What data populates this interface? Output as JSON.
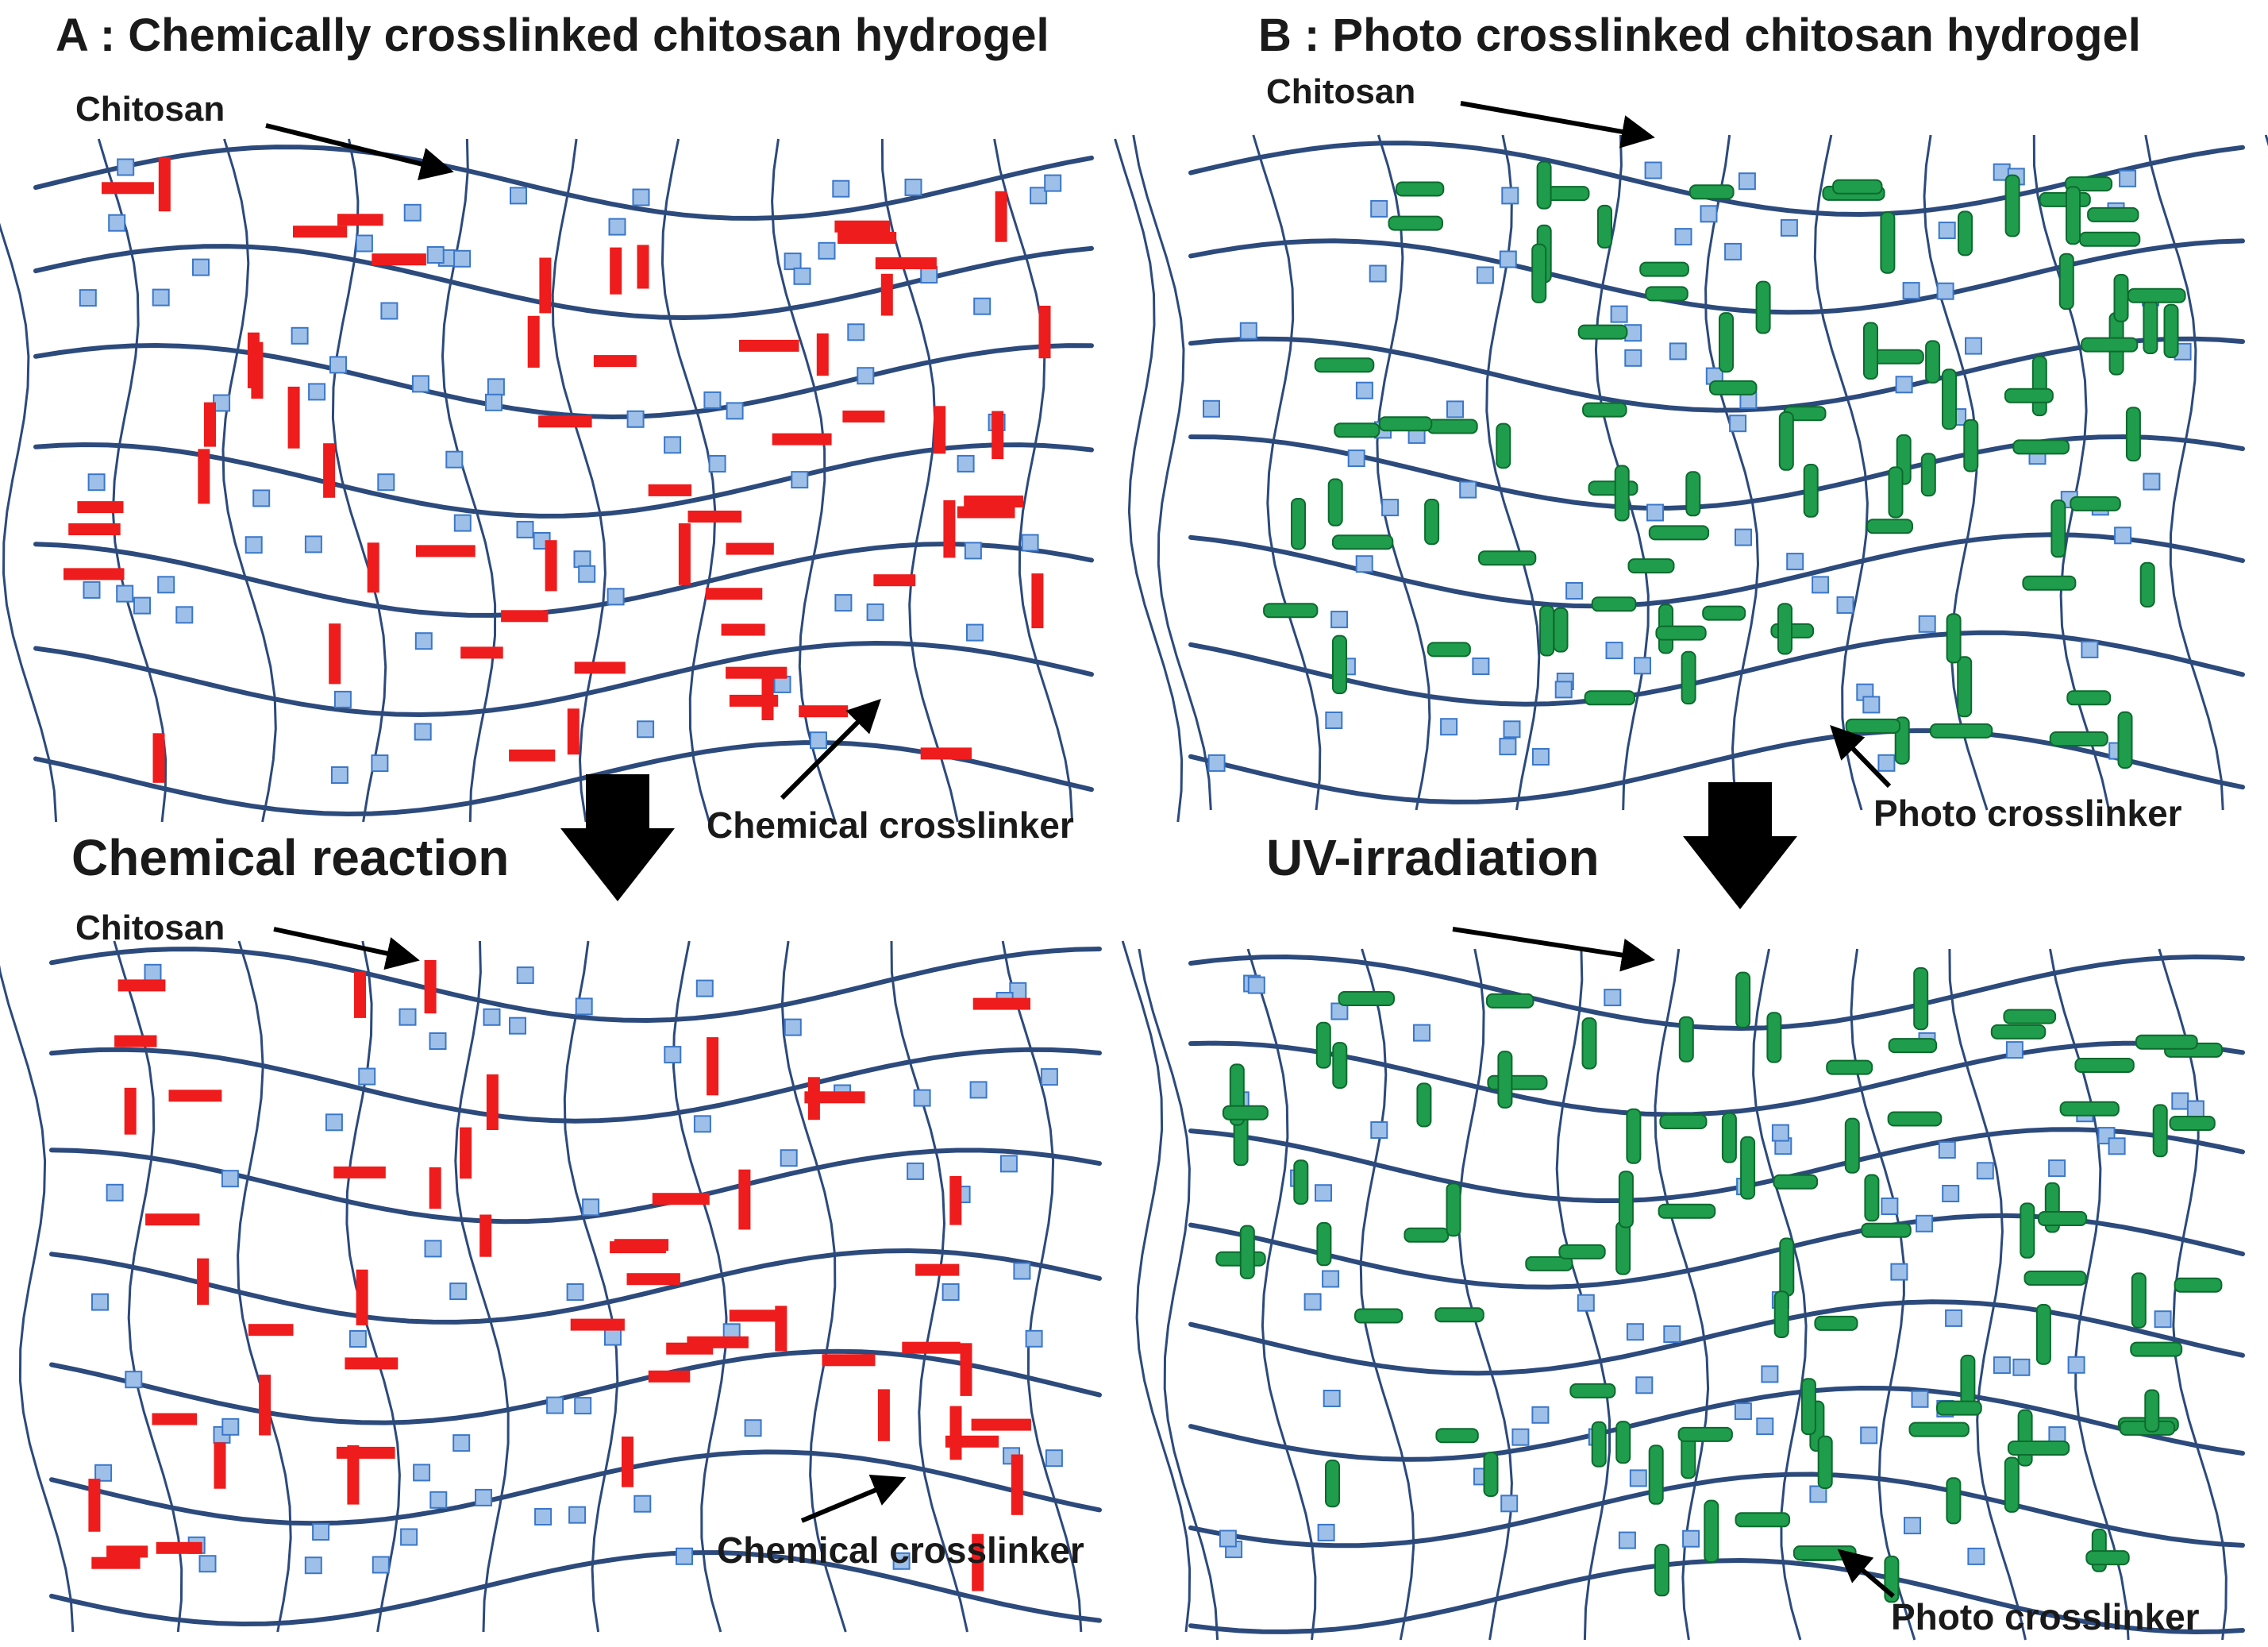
{
  "panel_a": {
    "title": "A : Chemically crosslinked chitosan hydrogel",
    "top_chitosan_label": "Chitosan",
    "top_crosslinker_label": "Chemical crosslinker",
    "step_label": "Chemical reaction",
    "bottom_chitosan_label": "Chitosan",
    "bottom_crosslinker_label": "Chemical crosslinker"
  },
  "panel_b": {
    "title": "B : Photo crosslinked  chitosan hydrogel",
    "top_chitosan_label": "Chitosan",
    "top_crosslinker_label": "Photo crosslinker",
    "step_label": "UV-irradiation",
    "bottom_crosslinker_label": "Photo crosslinker"
  },
  "colors": {
    "chain": "#2c4a7c",
    "particle_fill": "#9ec0e8",
    "particle_stroke": "#3b77c9",
    "chemical_crosslinker": "#ee1c1c",
    "photo_crosslinker": "#1f9d4c",
    "photo_crosslinker_stroke": "#0d6a2e",
    "arrow": "#000000"
  }
}
